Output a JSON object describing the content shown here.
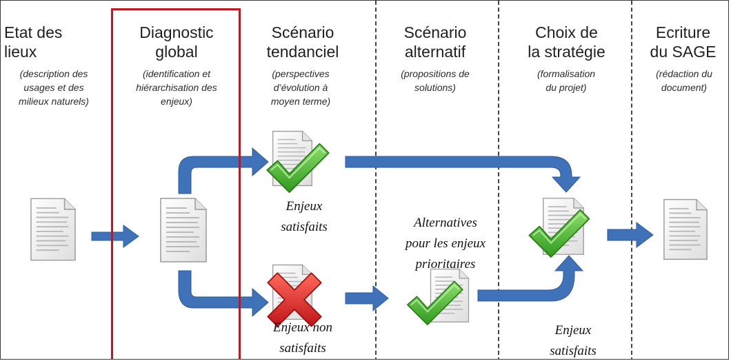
{
  "phases": [
    {
      "title": [
        "Etat des",
        "lieux"
      ],
      "desc": [
        "(description des",
        "usages et des",
        "milieux naturels)"
      ]
    },
    {
      "title": [
        "Diagnostic",
        "global"
      ],
      "desc": [
        "(identification et",
        "hiérarchisation des",
        "enjeux)"
      ]
    },
    {
      "title": [
        "Scénario",
        "tendanciel"
      ],
      "desc": [
        "(perspectives",
        "d’évolution à",
        "moyen terme)"
      ]
    },
    {
      "title": [
        "Scénario",
        "alternatif"
      ],
      "desc": [
        "(propositions de",
        "solutions)"
      ]
    },
    {
      "title": [
        "Choix de",
        "la stratégie"
      ],
      "desc": [
        "(formalisation",
        "du projet)"
      ]
    },
    {
      "title": [
        "Ecriture",
        "du SAGE"
      ],
      "desc": [
        "(rédaction du",
        "document)"
      ]
    }
  ],
  "captions": {
    "upper_satisfied": [
      "Enjeux",
      "satisfaits"
    ],
    "lower_not_satisfied": [
      "Enjeux non",
      "satisfaits"
    ],
    "alternatives": [
      "Alternatives",
      "pour les enjeux",
      "prioritaires"
    ],
    "final_satisfied": [
      "Enjeux",
      "satisfaits"
    ]
  },
  "colors": {
    "arrow": "#3f72b8",
    "highlight": "#c4161c",
    "check": "#3fa82a",
    "cross": "#d42020"
  },
  "icons": {
    "document": "document-icon",
    "check": "checkmark-icon",
    "cross": "cross-icon"
  }
}
